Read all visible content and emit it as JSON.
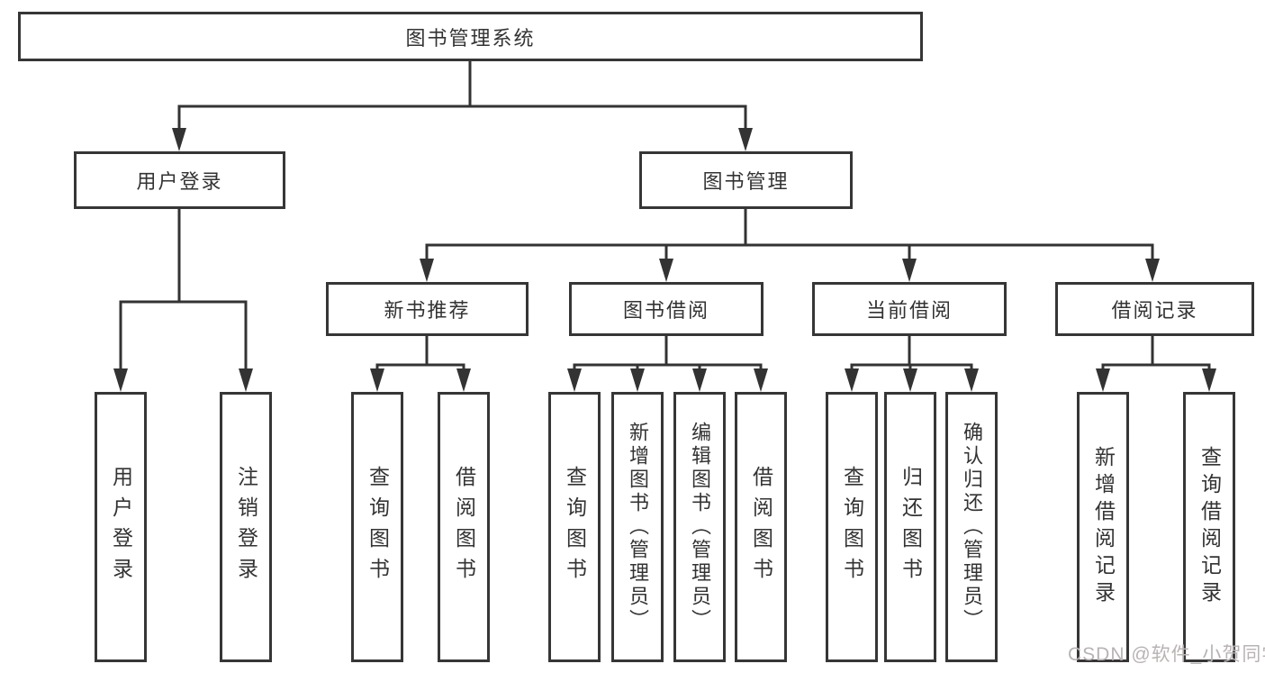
{
  "colors": {
    "line": "#333333",
    "box_border": "#363636",
    "text": "#333333",
    "background": "#ffffff",
    "watermark_text_color": "#b9b3b3"
  },
  "diagram": {
    "root": {
      "label": "图书管理系统"
    },
    "level2": [
      {
        "label": "用户登录"
      },
      {
        "label": "图书管理"
      }
    ],
    "level3": [
      {
        "label": "新书推荐",
        "parent": "图书管理"
      },
      {
        "label": "图书借阅",
        "parent": "图书管理"
      },
      {
        "label": "当前借阅",
        "parent": "图书管理"
      },
      {
        "label": "借阅记录",
        "parent": "图书管理"
      }
    ],
    "leaves": [
      {
        "label": "用户登录",
        "parent": "用户登录"
      },
      {
        "label": "注销登录",
        "parent": "用户登录"
      },
      {
        "label": "查询图书",
        "parent": "新书推荐"
      },
      {
        "label": "借阅图书",
        "parent": "新书推荐"
      },
      {
        "label": "查询图书",
        "parent": "图书借阅"
      },
      {
        "label": "新增图书（管理员）",
        "parent": "图书借阅"
      },
      {
        "label": "编辑图书（管理员）",
        "parent": "图书借阅"
      },
      {
        "label": "借阅图书",
        "parent": "图书借阅"
      },
      {
        "label": "查询图书",
        "parent": "当前借阅"
      },
      {
        "label": "归还图书",
        "parent": "当前借阅"
      },
      {
        "label": "确认归还（管理员）",
        "parent": "当前借阅"
      },
      {
        "label": "新增借阅记录",
        "parent": "借阅记录"
      },
      {
        "label": "查询借阅记录",
        "parent": "借阅记录"
      }
    ]
  },
  "watermark": "CSDN @软件_小贺同学"
}
